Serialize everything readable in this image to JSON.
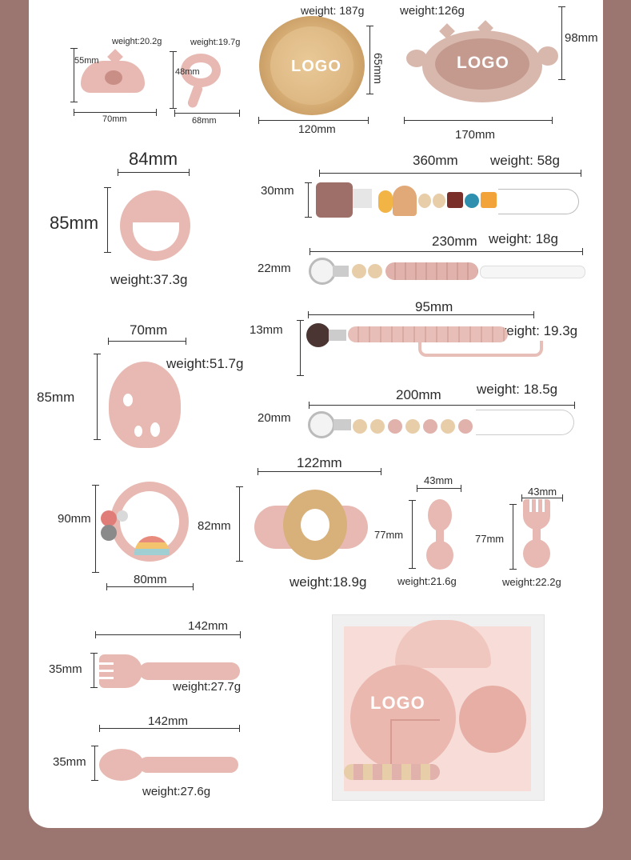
{
  "colors": {
    "background": "#9b756f",
    "card": "#ffffff",
    "silicone_pink": "#e7b9b2",
    "wood": "#d9b27c",
    "text": "#2b2b2b"
  },
  "products": {
    "dino_teether": {
      "weight": "weight:20.2g",
      "height": "55mm",
      "width": "70mm"
    },
    "ring_teether": {
      "weight": "weight:19.7g",
      "height": "48mm",
      "width": "68mm"
    },
    "wood_bowl": {
      "weight": "weight:  187g",
      "height": "65mm",
      "width": "120mm",
      "logo": "LOGO"
    },
    "dino_bowl": {
      "weight": "weight:126g",
      "height": "98mm",
      "width": "170mm",
      "logo": "LOGO"
    },
    "round_teether": {
      "width": "84mm",
      "height": "85mm",
      "weight": "weight:37.3g"
    },
    "rainbow_clip": {
      "width": "360mm",
      "weight": "weight:  58g",
      "height": "30mm"
    },
    "bead_clip_a": {
      "width": "230mm",
      "weight": "weight:  18g",
      "height": "22mm"
    },
    "bead_clip_b": {
      "width": "95mm",
      "weight": "weight:  19.3g",
      "height": "13mm"
    },
    "bead_clip_c": {
      "width": "200mm",
      "weight": "weight:  18.5g",
      "height": "20mm"
    },
    "leaf_teether": {
      "width": "70mm",
      "height": "85mm",
      "weight": "weight:51.7g"
    },
    "rainbow_rattle": {
      "height": "90mm",
      "width": "80mm"
    },
    "wood_ring_dino": {
      "width": "122mm",
      "height": "82mm",
      "weight": "weight:18.9g"
    },
    "mini_spoon": {
      "width": "43mm",
      "height": "77mm",
      "weight": "weight:21.6g"
    },
    "mini_fork": {
      "width": "43mm",
      "height": "77mm",
      "weight": "weight:22.2g"
    },
    "long_fork": {
      "width": "142mm",
      "height": "35mm",
      "weight": "weight:27.7g"
    },
    "long_spoon": {
      "width": "142mm",
      "height": "35mm",
      "weight": "weight:27.6g"
    },
    "gift_set": {
      "logo": "LOGO"
    }
  }
}
